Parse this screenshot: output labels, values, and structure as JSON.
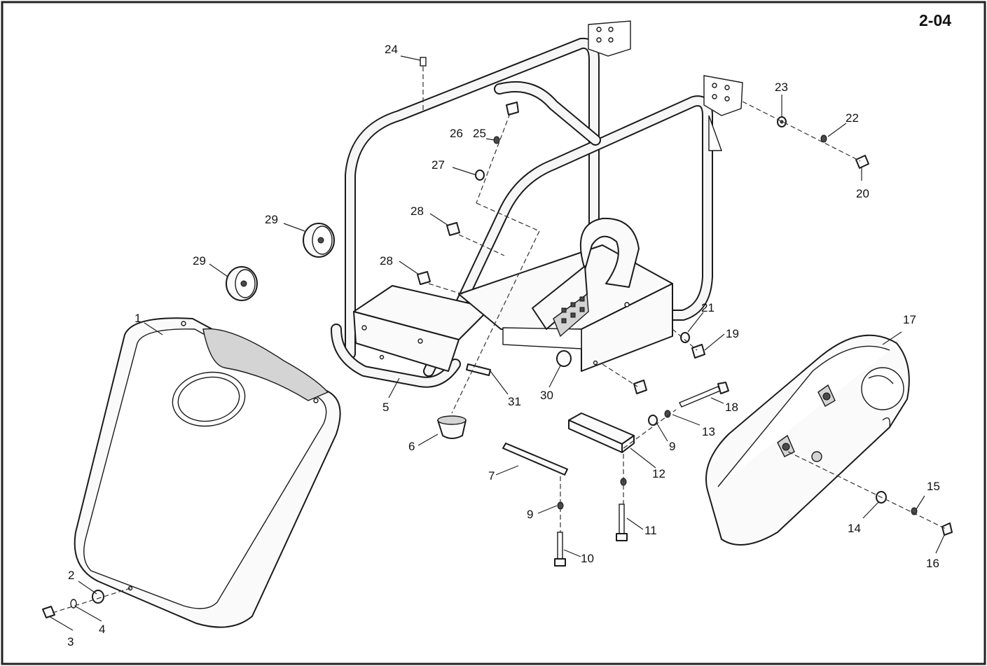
{
  "sheet_id": "2-04",
  "callouts": [
    "1",
    "2",
    "3",
    "4",
    "5",
    "6",
    "7",
    "9",
    "10",
    "9",
    "11",
    "12",
    "13",
    "18",
    "19",
    "21",
    "17",
    "14",
    "15",
    "16",
    "20",
    "22",
    "23",
    "24",
    "25",
    "26",
    "27",
    "28",
    "28",
    "29",
    "29",
    "30",
    "31"
  ]
}
